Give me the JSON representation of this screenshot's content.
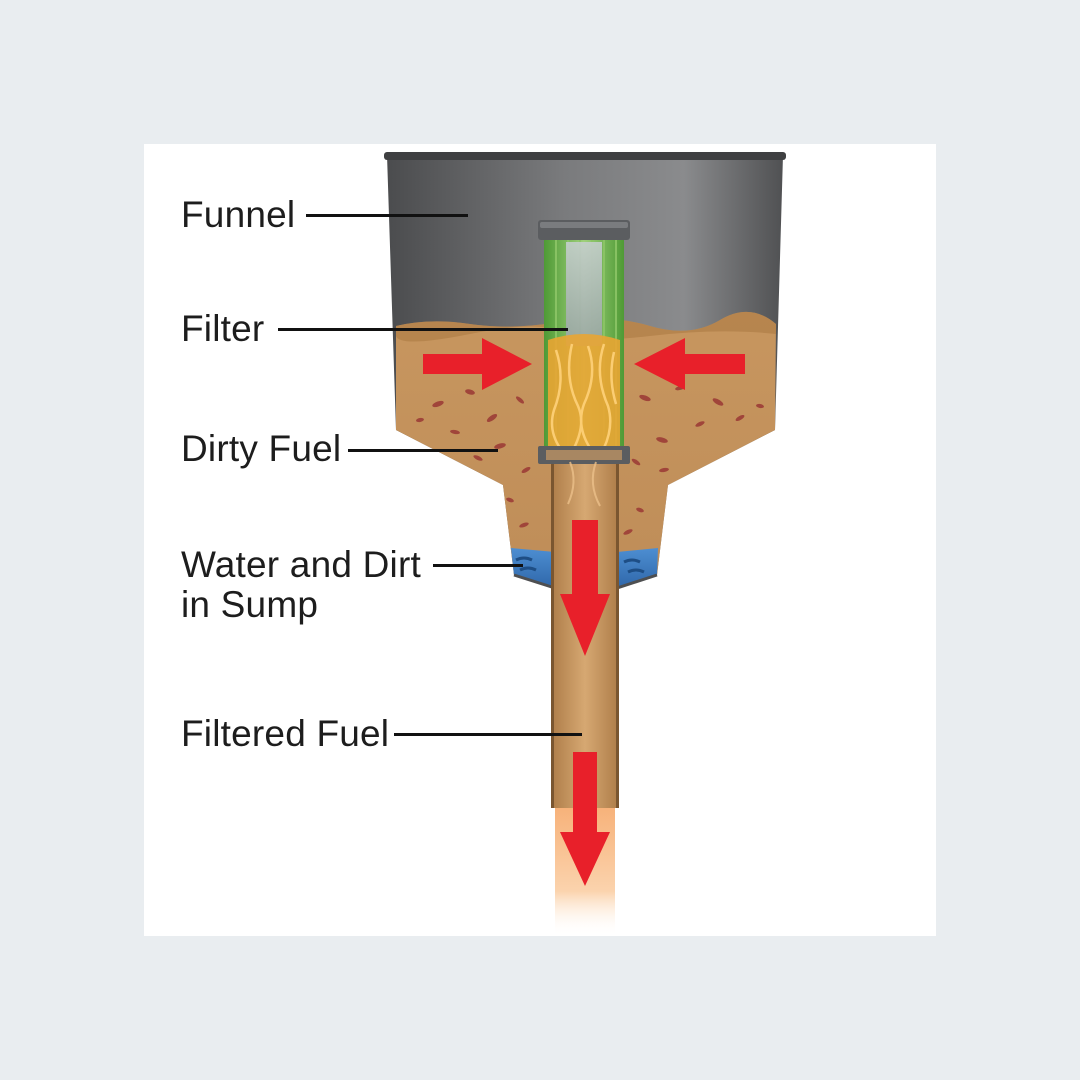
{
  "labels": {
    "funnel": "Funnel",
    "filter": "Filter",
    "dirty_fuel": "Dirty Fuel",
    "water_dirt_line1": "Water and Dirt",
    "water_dirt_line2": "in Sump",
    "filtered_fuel": "Filtered Fuel"
  },
  "colors": {
    "background": "#e9edf0",
    "panel": "#ffffff",
    "funnel_body": "#6f7072",
    "fuel": "#c99a64",
    "fuel_dark": "#b58750",
    "dirt_particles": "#a0453a",
    "water": "#3f7fc6",
    "filter_green": "#5fa842",
    "filter_cap": "#5b5d60",
    "flow_arrow": "#e8202a"
  }
}
